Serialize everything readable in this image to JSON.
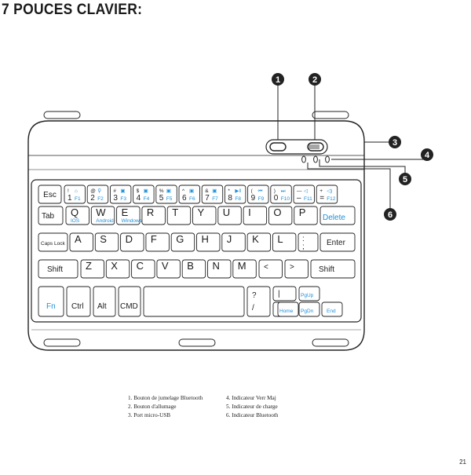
{
  "title": "7 POUCES CLAVIER:",
  "callouts": [
    "1",
    "2",
    "3",
    "4",
    "5",
    "6"
  ],
  "keyboard": {
    "row1": [
      {
        "top": "!",
        "main": "1",
        "fn": "F1",
        "icon": "⌂"
      },
      {
        "top": "@",
        "main": "2",
        "fn": "F2",
        "icon": "⚲"
      },
      {
        "top": "#",
        "main": "3",
        "fn": "F3",
        "icon": "▣"
      },
      {
        "top": "$",
        "main": "4",
        "fn": "F4",
        "icon": "▣"
      },
      {
        "top": "%",
        "main": "5",
        "fn": "F5",
        "icon": "▣"
      },
      {
        "top": "^",
        "main": "6",
        "fn": "F6",
        "icon": "▣"
      },
      {
        "top": "&",
        "main": "7",
        "fn": "F7",
        "icon": "▣"
      },
      {
        "top": "*",
        "main": "8",
        "fn": "F8",
        "icon": "▶‖"
      },
      {
        "top": "(",
        "main": "9",
        "fn": "F9",
        "icon": "⏮"
      },
      {
        "top": ")",
        "main": "0",
        "fn": "F10",
        "icon": "⏭"
      },
      {
        "top": "—",
        "main": "–",
        "fn": "F11",
        "icon": "◁"
      },
      {
        "top": "+",
        "main": "=",
        "fn": "F12",
        "icon": "◁)"
      }
    ],
    "esc": "Esc",
    "tab": "Tab",
    "row2": [
      "Q",
      "W",
      "E",
      "R",
      "T",
      "Y",
      "U",
      "I",
      "O",
      "P"
    ],
    "row2_sub": [
      "IOS",
      "Android",
      "Windows"
    ],
    "delete_label": "Delete",
    "caps": "Caps Lock",
    "row3": [
      "A",
      "S",
      "D",
      "F",
      "G",
      "H",
      "J",
      "K",
      "L"
    ],
    "semicolon_top": ":",
    "semicolon_main": ";",
    "enter": "Enter",
    "shift": "Shift",
    "row4": [
      "Z",
      "X",
      "C",
      "V",
      "B",
      "N",
      "M"
    ],
    "lt": "<",
    "gt": ">",
    "fn": "Fn",
    "ctrl": "Ctrl",
    "alt": "Alt",
    "cmd": "CMD",
    "slash_top": "?",
    "slash_main": "/",
    "pipe_top": "|",
    "pipe_main": "\\",
    "home": "Home",
    "pgup": "PgUp",
    "pgdn": "PgDn",
    "end": "End"
  },
  "legend": {
    "col1": [
      "1. Bouton de jumelage Bluetooth",
      "2. Bouton d'allumage",
      "3. Port micro-USB"
    ],
    "col2": [
      "4. Indicateur Verr Maj",
      "5. Indicateur de charge",
      "6. Indicateur Bluetooth"
    ]
  },
  "page_number": "21"
}
